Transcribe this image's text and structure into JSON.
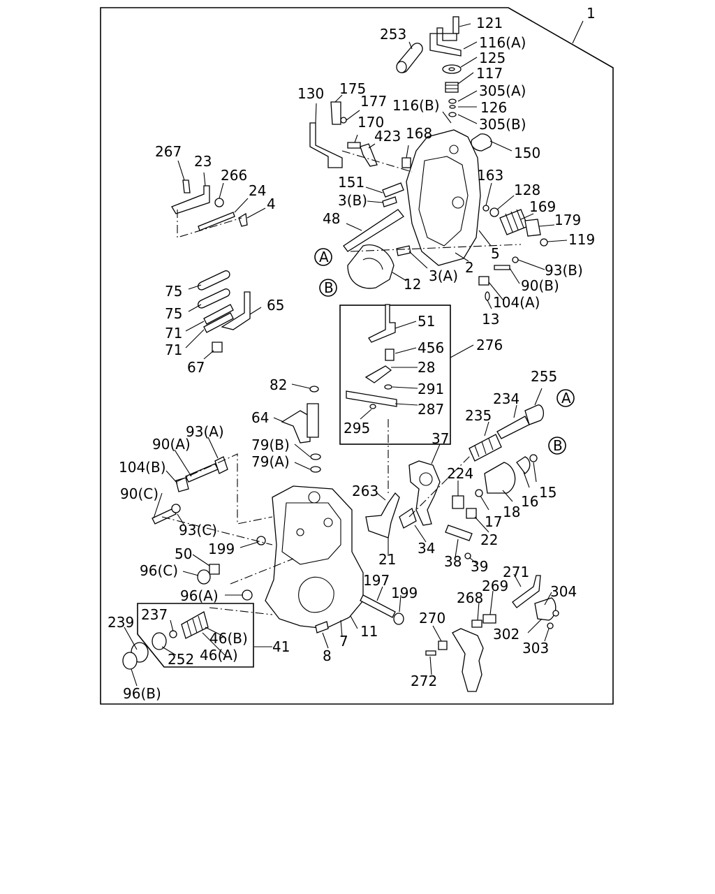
{
  "diagram": {
    "assembly_number": "1",
    "callouts": [
      "121",
      "116(A)",
      "253",
      "125",
      "117",
      "305(A)",
      "116(B)",
      "126",
      "305(B)",
      "150",
      "130",
      "175",
      "177",
      "170",
      "423",
      "168",
      "267",
      "23",
      "266",
      "24",
      "4",
      "151",
      "3(B)",
      "163",
      "128",
      "169",
      "179",
      "119",
      "48",
      "5",
      "2",
      "3(A)",
      "93(B)",
      "90(B)",
      "12",
      "104(A)",
      "13",
      "75",
      "75",
      "65",
      "71",
      "71",
      "67",
      "51",
      "456",
      "28",
      "291",
      "276",
      "287",
      "295",
      "82",
      "64",
      "255",
      "234",
      "235",
      "93(A)",
      "79(B)",
      "90(A)",
      "79(A)",
      "104(B)",
      "37",
      "224",
      "16",
      "15",
      "263",
      "18",
      "90(C)",
      "17",
      "93(C)",
      "34",
      "22",
      "199",
      "50",
      "21",
      "38",
      "39",
      "96(C)",
      "197",
      "271",
      "96(A)",
      "199",
      "268",
      "269",
      "304",
      "237",
      "239",
      "46(B)",
      "11",
      "270",
      "46(A)",
      "302",
      "41",
      "7",
      "252",
      "8",
      "303",
      "272",
      "96(B)"
    ],
    "circle_markers": [
      "A",
      "B",
      "A",
      "B"
    ]
  }
}
